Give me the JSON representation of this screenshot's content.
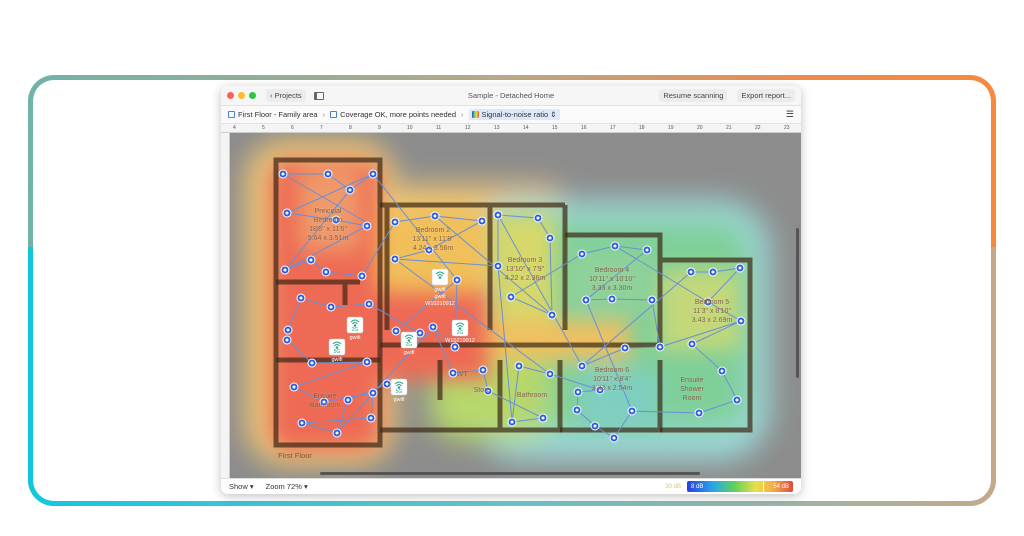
{
  "window": {
    "title": "Sample - Detached Home",
    "back_label": "Projects",
    "resume_label": "Resume scanning",
    "export_label": "Export report..."
  },
  "breadcrumb": {
    "floor": "First Floor - Family area",
    "coverage": "Coverage OK, more points needed",
    "metric": "Signal-to-noise ratio"
  },
  "ruler": [
    "4",
    "5",
    "6",
    "7",
    "8",
    "9",
    "10",
    "11",
    "12",
    "13",
    "14",
    "15",
    "16",
    "17",
    "18",
    "19",
    "20",
    "21",
    "22",
    "23"
  ],
  "rooms": [
    {
      "name": "Principal",
      "line2": "Bedroom",
      "dims": "18'6\" x 11'6\"",
      "metric": "5.64 x 3.51m"
    },
    {
      "name": "Bedroom 2",
      "line2": "",
      "dims": "13'11\" x 11'8\"",
      "metric": "4.24 x 3.56m"
    },
    {
      "name": "Bedroom 3",
      "line2": "",
      "dims": "13'10\" x 7'9\"",
      "metric": "4.22 x 2.36m"
    },
    {
      "name": "Bedroom 4",
      "line2": "",
      "dims": "10'11\" x 10'10\"",
      "metric": "3.33 x 3.30m"
    },
    {
      "name": "Bedroom 5",
      "line2": "",
      "dims": "11'3\" x 8'10\"",
      "metric": "3.43 x 2.69m"
    },
    {
      "name": "Bedroom 6",
      "line2": "",
      "dims": "10'11\" x 8'4\"",
      "metric": "3.33 x 2.54m"
    },
    {
      "name": "Ensuite",
      "line2": "Bathroom",
      "dims": "",
      "metric": ""
    },
    {
      "name": "Ensuite",
      "line2": "Shower",
      "dims": "Room",
      "metric": ""
    },
    {
      "name": "Bathroom",
      "line2": "",
      "dims": "",
      "metric": ""
    },
    {
      "name": "WT",
      "line2": "",
      "dims": "",
      "metric": ""
    },
    {
      "name": "Store",
      "line2": "",
      "dims": "",
      "metric": ""
    }
  ],
  "floor_label": "First Floor",
  "access_points": [
    {
      "band": "",
      "label": "gwifi",
      "label2": "gwifi",
      "label3": "W10210912"
    },
    {
      "band": "2G",
      "label": "gwifi"
    },
    {
      "band": "5G",
      "label": "gwifi"
    },
    {
      "band": "2G",
      "label": "gwifi"
    },
    {
      "band": "2G",
      "label": "W10219912"
    },
    {
      "band": "5G",
      "label": "gwifi"
    }
  ],
  "bottom": {
    "show_label": "Show",
    "zoom_label": "Zoom 72%"
  },
  "legend": {
    "threshold": "30 dB",
    "min": "8 dB",
    "max": "54 dB",
    "threshold_color": "#e8c25a"
  },
  "colors": {
    "accent": "#2f5fe0",
    "point": "#2f5fe0",
    "line": "#6a8fd6"
  }
}
